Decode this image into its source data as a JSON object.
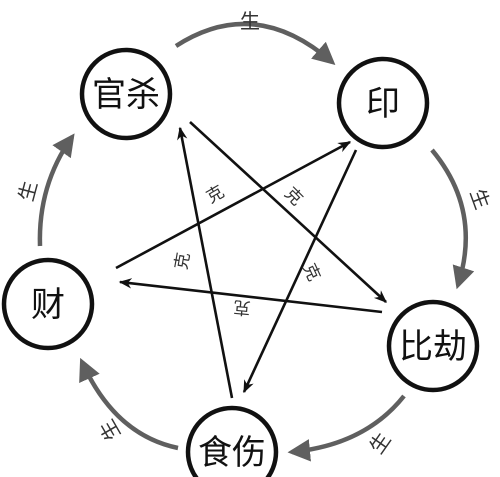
{
  "nodes": {
    "guansha": "官杀",
    "yin": "印",
    "bijie": "比劫",
    "shishang": "食伤",
    "cai": "财"
  },
  "edges": {
    "generate_label": "生",
    "control_label": "克"
  },
  "colors": {
    "node_stroke": "#111111",
    "cycle_arrow": "#5f5f5f",
    "star_arrow": "#111111",
    "background": "#ffffff"
  }
}
